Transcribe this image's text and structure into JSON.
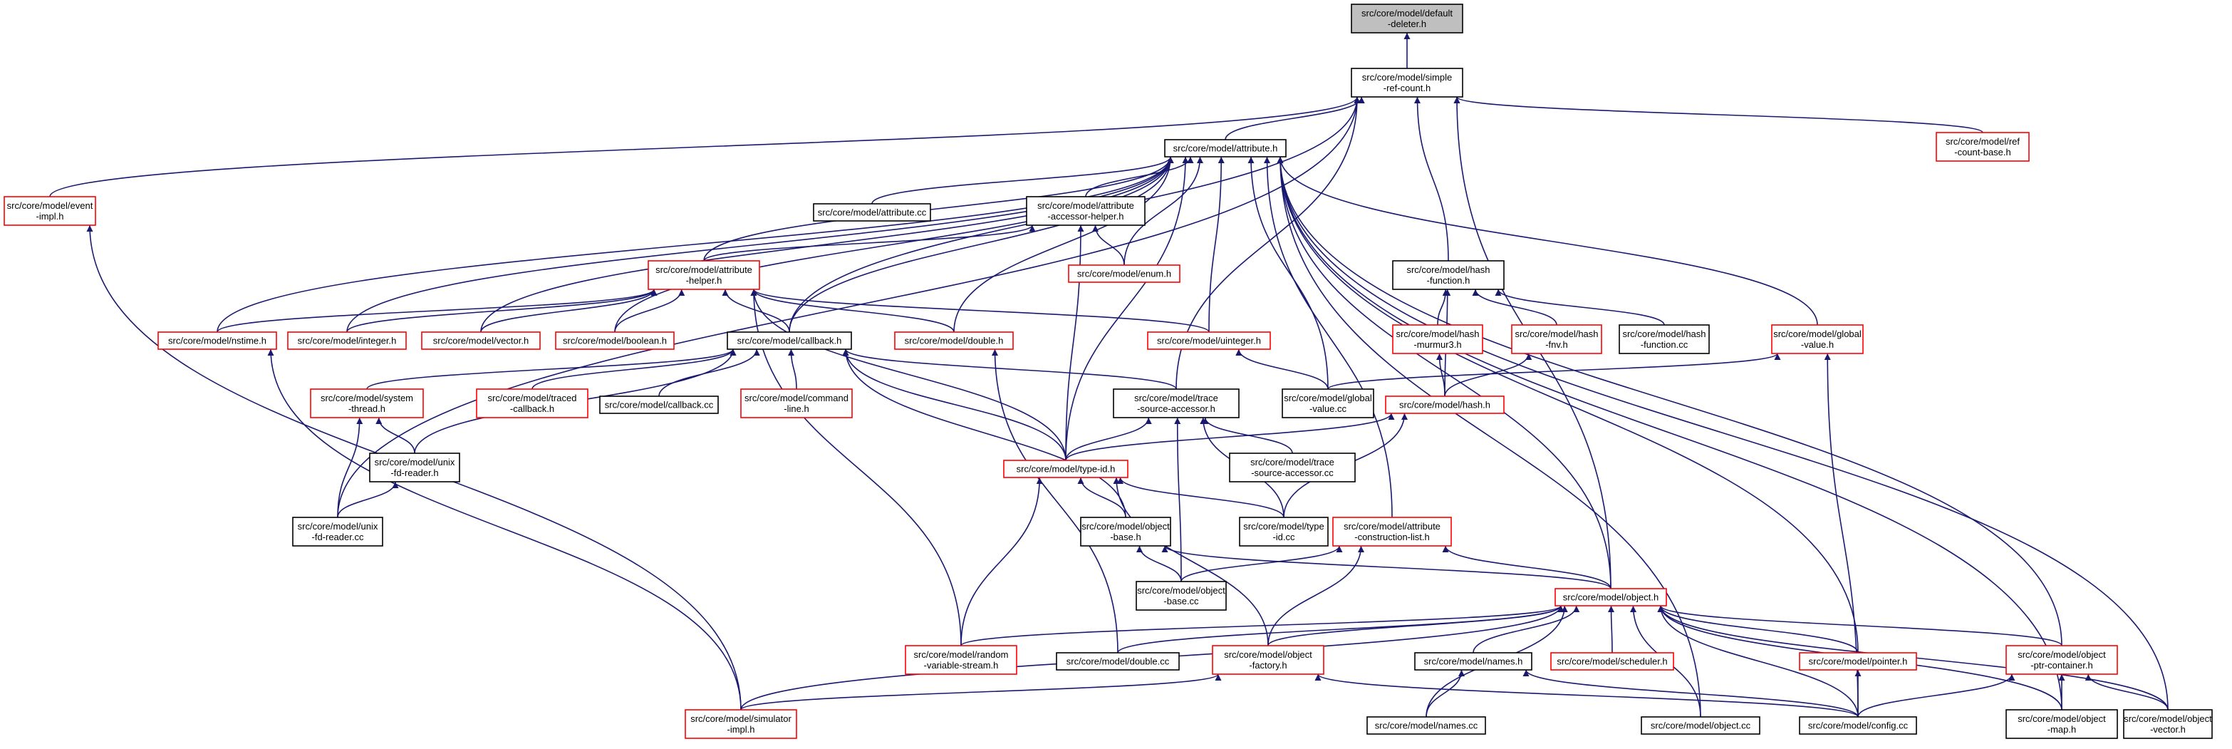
{
  "colors": {
    "edge": "#191970",
    "red_border": "#ff0000",
    "black_border": "#000000",
    "focus_fill": "#bfbfbf"
  },
  "nodes": [
    {
      "id": "default_deleter",
      "lines": [
        "src/core/model/default",
        "-deleter.h"
      ],
      "style": "focus"
    },
    {
      "id": "simple_ref_count",
      "lines": [
        "src/core/model/simple",
        "-ref-count.h"
      ],
      "style": "black"
    },
    {
      "id": "attribute_h",
      "lines": [
        "src/core/model/attribute.h"
      ],
      "style": "black"
    },
    {
      "id": "ref_count_base",
      "lines": [
        "src/core/model/ref",
        "-count-base.h"
      ],
      "style": "red"
    },
    {
      "id": "event_impl",
      "lines": [
        "src/core/model/event",
        "-impl.h"
      ],
      "style": "red"
    },
    {
      "id": "attribute_cc",
      "lines": [
        "src/core/model/attribute.cc"
      ],
      "style": "black"
    },
    {
      "id": "attr_accessor_helper",
      "lines": [
        "src/core/model/attribute",
        "-accessor-helper.h"
      ],
      "style": "black"
    },
    {
      "id": "enum_h",
      "lines": [
        "src/core/model/enum.h"
      ],
      "style": "red"
    },
    {
      "id": "attribute_helper",
      "lines": [
        "src/core/model/attribute",
        "-helper.h"
      ],
      "style": "red"
    },
    {
      "id": "hash_function_h",
      "lines": [
        "src/core/model/hash",
        "-function.h"
      ],
      "style": "black"
    },
    {
      "id": "nstime",
      "lines": [
        "src/core/model/nstime.h"
      ],
      "style": "red"
    },
    {
      "id": "integer_h",
      "lines": [
        "src/core/model/integer.h"
      ],
      "style": "red"
    },
    {
      "id": "vector_h",
      "lines": [
        "src/core/model/vector.h"
      ],
      "style": "red"
    },
    {
      "id": "boolean_h",
      "lines": [
        "src/core/model/boolean.h"
      ],
      "style": "red"
    },
    {
      "id": "callback_h",
      "lines": [
        "src/core/model/callback.h"
      ],
      "style": "black"
    },
    {
      "id": "double_h",
      "lines": [
        "src/core/model/double.h"
      ],
      "style": "red"
    },
    {
      "id": "uinteger_h",
      "lines": [
        "src/core/model/uinteger.h"
      ],
      "style": "red"
    },
    {
      "id": "hash_murmur3",
      "lines": [
        "src/core/model/hash",
        "-murmur3.h"
      ],
      "style": "red"
    },
    {
      "id": "hash_fnv",
      "lines": [
        "src/core/model/hash",
        "-fnv.h"
      ],
      "style": "red"
    },
    {
      "id": "hash_function_cc",
      "lines": [
        "src/core/model/hash",
        "-function.cc"
      ],
      "style": "black"
    },
    {
      "id": "global_value_h",
      "lines": [
        "src/core/model/global",
        "-value.h"
      ],
      "style": "red"
    },
    {
      "id": "system_thread",
      "lines": [
        "src/core/model/system",
        "-thread.h"
      ],
      "style": "red"
    },
    {
      "id": "traced_callback",
      "lines": [
        "src/core/model/traced",
        "-callback.h"
      ],
      "style": "red"
    },
    {
      "id": "callback_cc",
      "lines": [
        "src/core/model/callback.cc"
      ],
      "style": "black"
    },
    {
      "id": "command_line",
      "lines": [
        "src/core/model/command",
        "-line.h"
      ],
      "style": "red"
    },
    {
      "id": "trace_source_accessor_h",
      "lines": [
        "src/core/model/trace",
        "-source-accessor.h"
      ],
      "style": "black"
    },
    {
      "id": "global_value_cc",
      "lines": [
        "src/core/model/global",
        "-value.cc"
      ],
      "style": "black"
    },
    {
      "id": "hash_h",
      "lines": [
        "src/core/model/hash.h"
      ],
      "style": "red"
    },
    {
      "id": "unix_fd_reader_h",
      "lines": [
        "src/core/model/unix",
        "-fd-reader.h"
      ],
      "style": "black"
    },
    {
      "id": "type_id_h",
      "lines": [
        "src/core/model/type-id.h"
      ],
      "style": "red"
    },
    {
      "id": "trace_source_accessor_cc",
      "lines": [
        "src/core/model/trace",
        "-source-accessor.cc"
      ],
      "style": "black"
    },
    {
      "id": "unix_fd_reader_cc",
      "lines": [
        "src/core/model/unix",
        "-fd-reader.cc"
      ],
      "style": "black"
    },
    {
      "id": "object_base_h",
      "lines": [
        "src/core/model/object",
        "-base.h"
      ],
      "style": "black"
    },
    {
      "id": "type_id_cc",
      "lines": [
        "src/core/model/type",
        "-id.cc"
      ],
      "style": "black"
    },
    {
      "id": "attr_construction_list",
      "lines": [
        "src/core/model/attribute",
        "-construction-list.h"
      ],
      "style": "red"
    },
    {
      "id": "object_base_cc",
      "lines": [
        "src/core/model/object",
        "-base.cc"
      ],
      "style": "black"
    },
    {
      "id": "object_h",
      "lines": [
        "src/core/model/object.h"
      ],
      "style": "red"
    },
    {
      "id": "random_variable_stream",
      "lines": [
        "src/core/model/random",
        "-variable-stream.h"
      ],
      "style": "red"
    },
    {
      "id": "double_cc",
      "lines": [
        "src/core/model/double.cc"
      ],
      "style": "black"
    },
    {
      "id": "object_factory",
      "lines": [
        "src/core/model/object",
        "-factory.h"
      ],
      "style": "red"
    },
    {
      "id": "names_h",
      "lines": [
        "src/core/model/names.h"
      ],
      "style": "black"
    },
    {
      "id": "scheduler_h",
      "lines": [
        "src/core/model/scheduler.h"
      ],
      "style": "red"
    },
    {
      "id": "pointer_h",
      "lines": [
        "src/core/model/pointer.h"
      ],
      "style": "red"
    },
    {
      "id": "object_ptr_container",
      "lines": [
        "src/core/model/object",
        "-ptr-container.h"
      ],
      "style": "red"
    },
    {
      "id": "simulator_impl",
      "lines": [
        "src/core/model/simulator",
        "-impl.h"
      ],
      "style": "red"
    },
    {
      "id": "names_cc",
      "lines": [
        "src/core/model/names.cc"
      ],
      "style": "black"
    },
    {
      "id": "object_cc",
      "lines": [
        "src/core/model/object.cc"
      ],
      "style": "black"
    },
    {
      "id": "config_cc",
      "lines": [
        "src/core/model/config.cc"
      ],
      "style": "black"
    },
    {
      "id": "object_map",
      "lines": [
        "src/core/model/object",
        "-map.h"
      ],
      "style": "black"
    },
    {
      "id": "object_vector",
      "lines": [
        "src/core/model/object",
        "-vector.h"
      ],
      "style": "black"
    }
  ]
}
